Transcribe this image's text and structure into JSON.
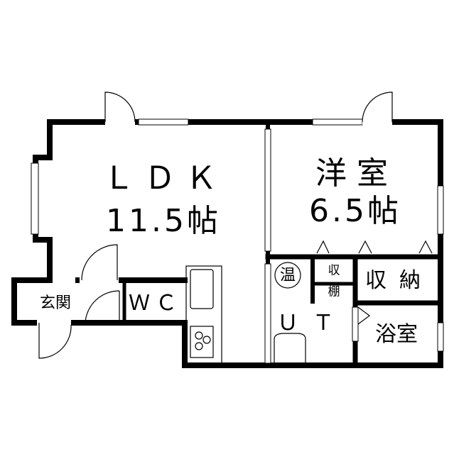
{
  "rooms": {
    "ldk": {
      "name": "ＬＤＫ",
      "size": "11.5帖"
    },
    "western": {
      "name": "洋室",
      "size": "6.5帖"
    },
    "entrance": "玄関",
    "wc": "ＷＣ",
    "water_heater": "温",
    "shelf_top": "収",
    "shelf_bottom": "棚",
    "storage": "収納",
    "utility": "ＵＴ",
    "bathroom": "浴室"
  }
}
